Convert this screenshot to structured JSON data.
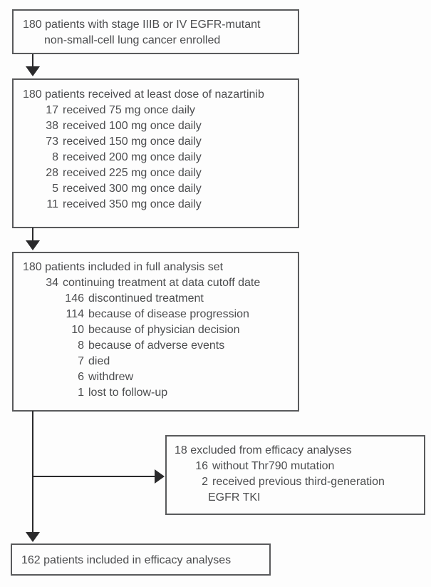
{
  "colors": {
    "background": "#fdfdfd",
    "box_border": "#595a5c",
    "text": "#4c4d4f",
    "arrow": "#2a2a2c"
  },
  "boxes": {
    "enrolled": {
      "line1": "180 patients with stage IIIB or IV EGFR-mutant",
      "line2": "non-small-cell lung cancer enrolled"
    },
    "dosed": {
      "title": "180 patients received at least dose of nazartinib",
      "items": [
        {
          "n": "17",
          "text": "received 75 mg once daily"
        },
        {
          "n": "38",
          "text": "received 100 mg once daily"
        },
        {
          "n": "73",
          "text": "received 150 mg once daily"
        },
        {
          "n": "8",
          "text": "received 200 mg once daily"
        },
        {
          "n": "28",
          "text": "received 225 mg once daily"
        },
        {
          "n": "5",
          "text": "received 300 mg once daily"
        },
        {
          "n": "11",
          "text": "received 350 mg once daily"
        }
      ]
    },
    "full_analysis": {
      "title": "180 patients included in full analysis set",
      "items": [
        {
          "n": "34",
          "text": "continuing treatment at data cutoff date"
        },
        {
          "n": "146",
          "text": "discontinued treatment"
        },
        {
          "n": "114",
          "text": "because of disease progression"
        },
        {
          "n": "10",
          "text": "because of physician decision"
        },
        {
          "n": "8",
          "text": "because of adverse events"
        },
        {
          "n": "7",
          "text": "died"
        },
        {
          "n": "6",
          "text": "withdrew"
        },
        {
          "n": "1",
          "text": "lost to follow-up"
        }
      ]
    },
    "excluded": {
      "title": "18 excluded from efficacy analyses",
      "items": [
        {
          "n": "16",
          "text": "without Thr790 mutation"
        },
        {
          "n": "2",
          "text": "received previous third-generation"
        }
      ],
      "continuation": "EGFR TKI"
    },
    "efficacy": {
      "line1": "162 patients included in efficacy analyses"
    }
  }
}
